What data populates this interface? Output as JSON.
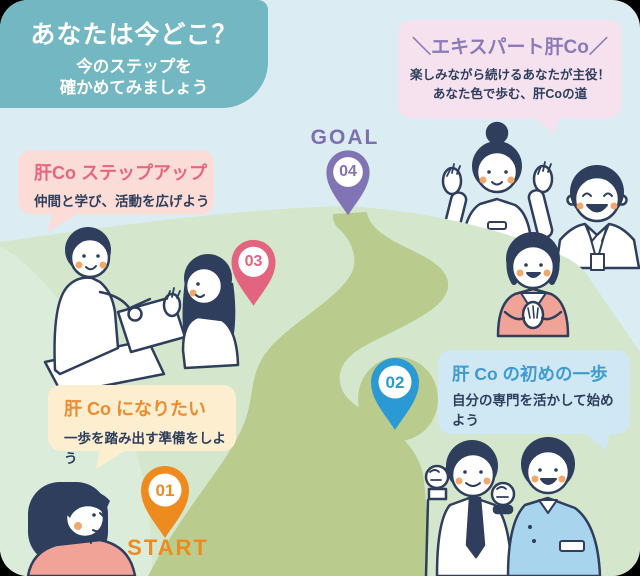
{
  "header": {
    "title": "あなたは今どこ？",
    "subtitle1": "今のステップを",
    "subtitle2": "確かめてみましょう"
  },
  "route": {
    "goal_label": "GOAL",
    "start_label": "START"
  },
  "pins": {
    "p1": "01",
    "p2": "02",
    "p3": "03",
    "p4": "04"
  },
  "steps": {
    "step1": {
      "title": "肝 Co になりたい",
      "desc": "一歩を踏み出す準備をしよう"
    },
    "step2": {
      "title": "肝 Co の初めの一歩",
      "desc": "自分の専門を活かして始めよう"
    },
    "step3": {
      "title": "肝Co ステップアップ",
      "desc": "仲間と学び、活動を広げよう"
    },
    "step4": {
      "title": "＼エキスパート肝Co／",
      "desc1": "楽しみながら続けるあなたが主役！",
      "desc2": "あなた色で歩む、肝Coの道"
    }
  },
  "colors": {
    "header_bg": "#72b7c1",
    "sky": "#dbedf2",
    "hill": "#d4e7cd",
    "path_olive": "#b9cc8e",
    "text_dark": "#2e3e5c",
    "step1_accent": "#ee8b1f",
    "step1_bg": "#fdeecf",
    "step2_accent": "#2b9ad4",
    "step2_bg": "#cfe8f4",
    "step3_accent": "#e2647e",
    "step3_bg": "#fbdcd6",
    "step4_accent": "#8174b4",
    "step4_bg": "#f6e2ef"
  }
}
